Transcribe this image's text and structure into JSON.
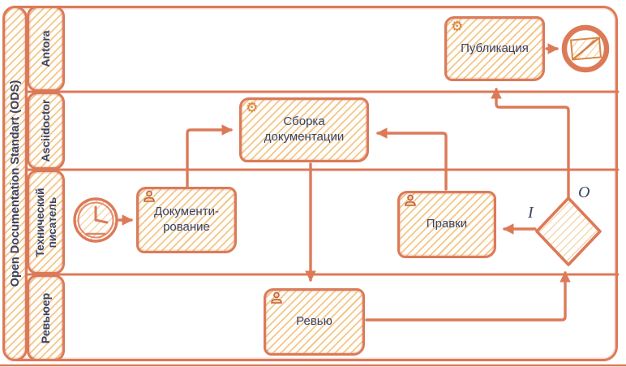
{
  "colors": {
    "stroke": "#DC7A58",
    "hatch_line": "#F2C78D",
    "text": "#3A4467",
    "icon_accent": "#D8873F"
  },
  "pool": {
    "title": "Open Documentation Standart (ODS)"
  },
  "lanes": [
    {
      "id": "antora",
      "label": "Antora"
    },
    {
      "id": "asciidoctor",
      "label": "Asciidoctor"
    },
    {
      "id": "tech-writer",
      "label": "Технический\nписатель"
    },
    {
      "id": "reviewer",
      "label": "Ревьюер"
    }
  ],
  "tasks": {
    "publication": {
      "label": "Публикация",
      "icon": "gear-icon"
    },
    "build": {
      "label": "Сборка\nдокументации",
      "icon": "gear-icon"
    },
    "documenting": {
      "label": "Документи-\nрование",
      "icon": "user-icon"
    },
    "edits": {
      "label": "Правки",
      "icon": "user-icon"
    },
    "review": {
      "label": "Ревью",
      "icon": "user-icon"
    }
  },
  "events": {
    "start": {
      "type": "timer-start-event"
    },
    "end": {
      "type": "end-event"
    }
  },
  "gateway": {
    "top_label": "O",
    "left_label": "I"
  }
}
